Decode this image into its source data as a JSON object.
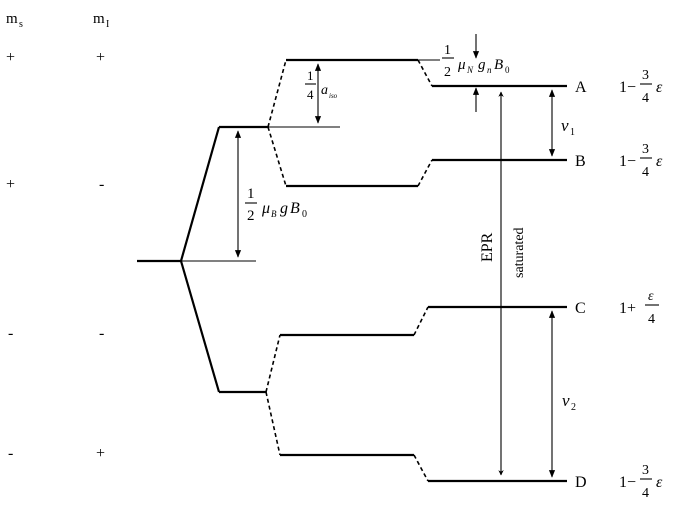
{
  "headers": {
    "ms": "m",
    "ms_sub": "s",
    "mI": "m",
    "mI_sub": "I"
  },
  "rows": [
    {
      "ms": "+",
      "mI": "+"
    },
    {
      "ms": "+",
      "mI": "-"
    },
    {
      "ms": "-",
      "mI": "-"
    },
    {
      "ms": "-",
      "mI": "+"
    }
  ],
  "states": {
    "A": {
      "label": "A",
      "energy": "1−",
      "num": "3",
      "den": "4",
      "eps": "ε"
    },
    "B": {
      "label": "B",
      "energy": "1−",
      "num": "3",
      "den": "4",
      "eps": "ε"
    },
    "C": {
      "label": "C",
      "energy": "1+",
      "num": "ε",
      "den": "4"
    },
    "D": {
      "label": "D",
      "energy": "1−",
      "num": "3",
      "den": "4",
      "eps": "ε"
    }
  },
  "labels": {
    "electron_zeeman": {
      "num": "1",
      "den": "2",
      "mu": "μ",
      "mu_sub": "B",
      "g": "g",
      "B": "B",
      "B_sub": "0"
    },
    "hyperfine": {
      "num": "1",
      "den": "4",
      "a": "a",
      "a_sub": "iso"
    },
    "nuclear_zeeman": {
      "num": "1",
      "den": "2",
      "mu": "μ",
      "mu_sub": "N",
      "g": "g",
      "g_sub": "n",
      "B": "B",
      "B_sub": "0"
    },
    "nu1": {
      "nu": "ν",
      "sub": "1"
    },
    "nu2": {
      "nu": "ν",
      "sub": "2"
    },
    "epr": "EPR",
    "saturated": "saturated"
  }
}
